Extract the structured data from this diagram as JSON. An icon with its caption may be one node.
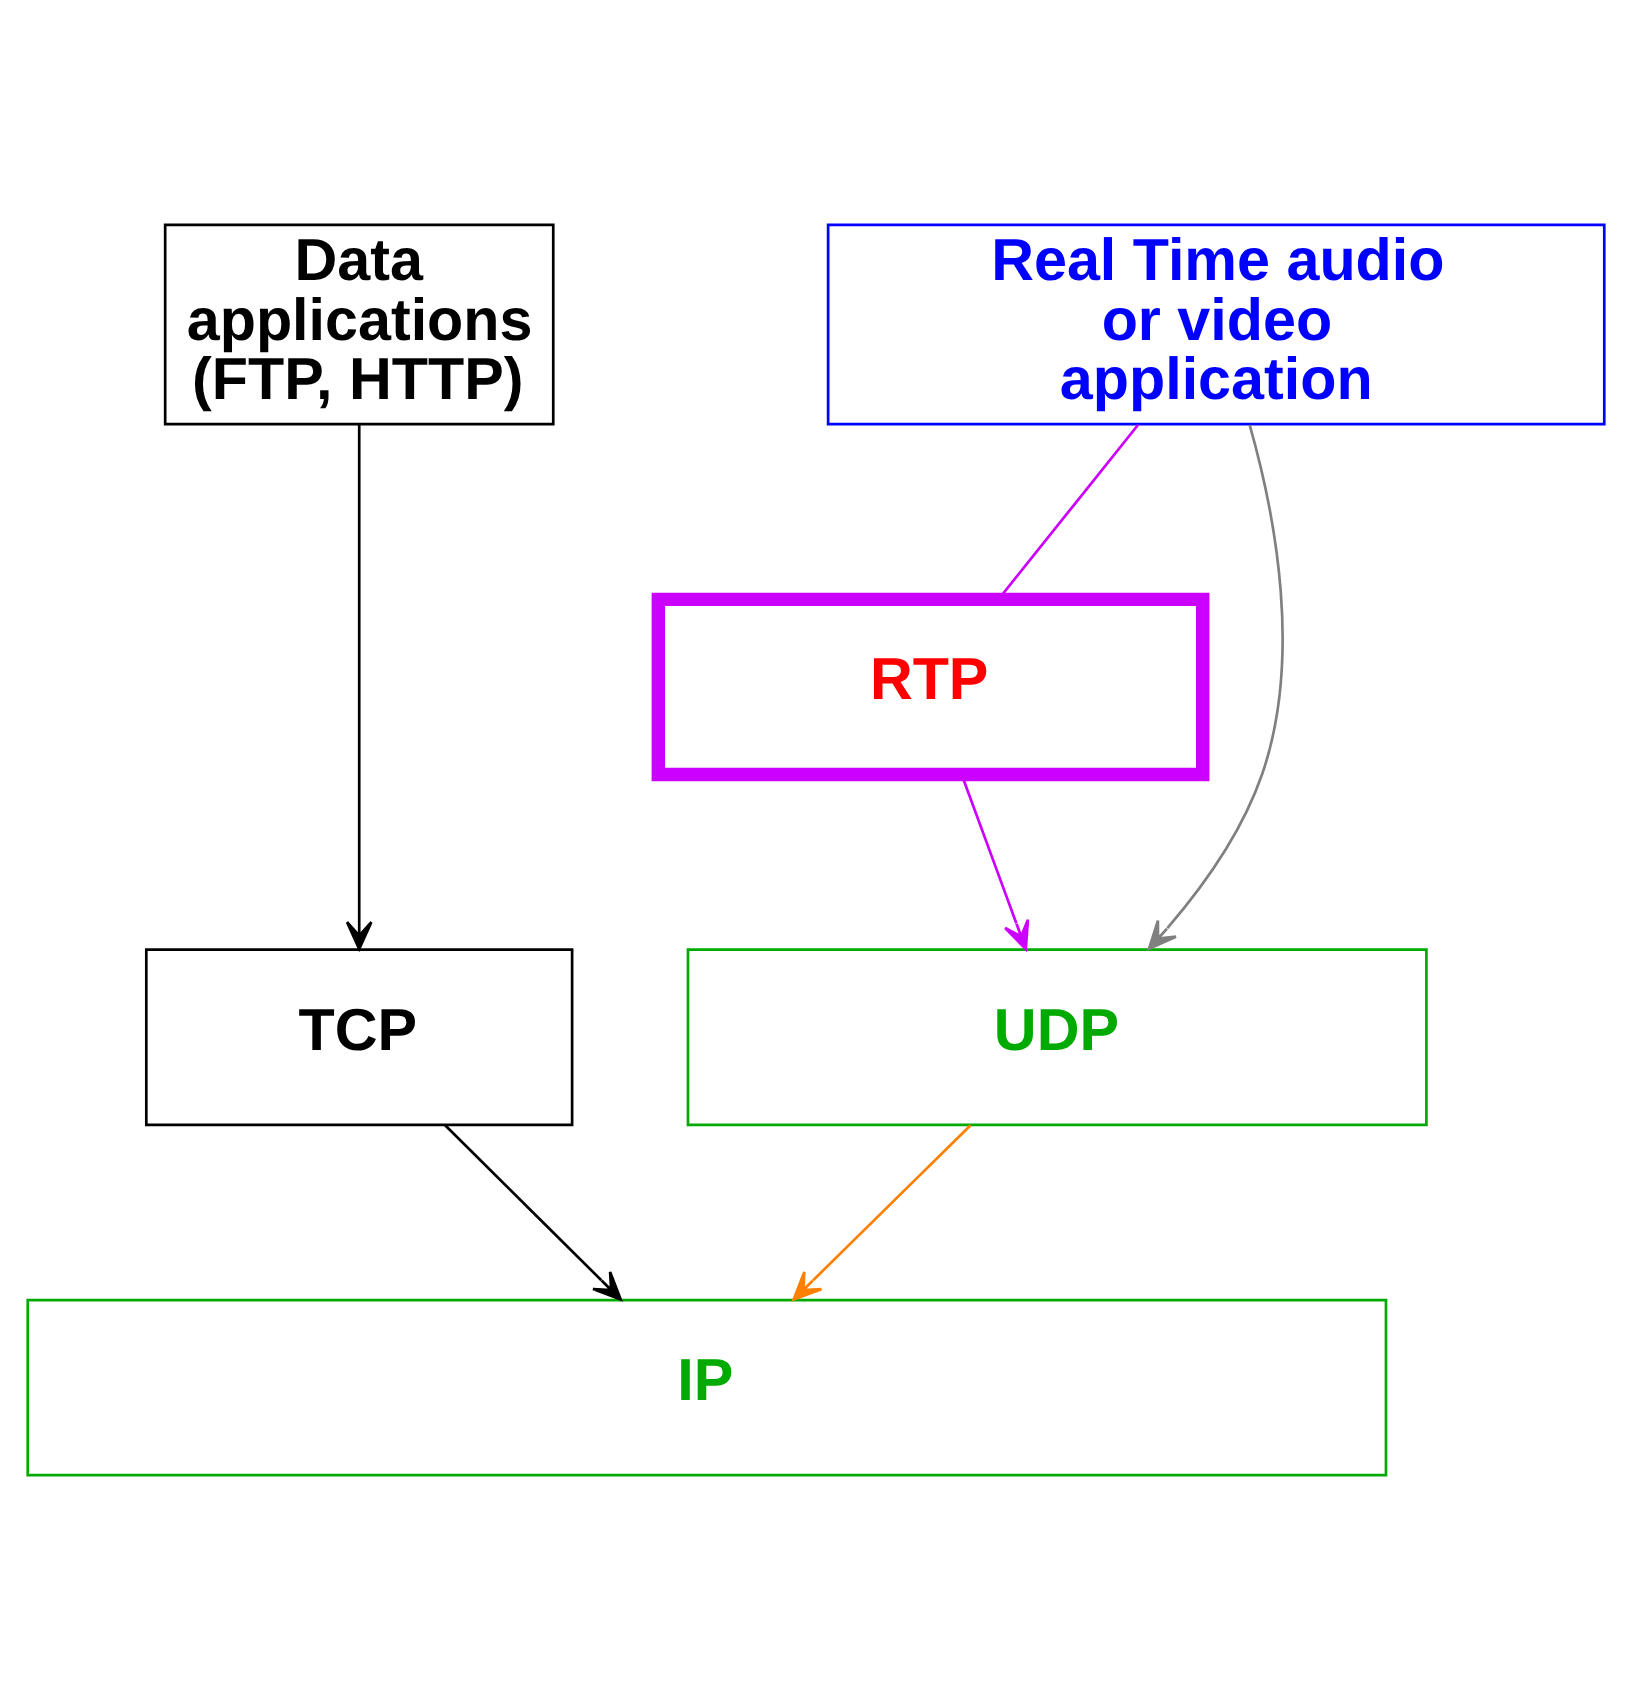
{
  "diagram": {
    "nodes": [
      {
        "text": [
          "Data applications (FTP, HTTP)"
        ]
      },
      {
        "text": [
          "Real Time audio or video application"
        ]
      },
      {
        "text": [
          "RTP"
        ]
      },
      {
        "text": [
          "TCP"
        ]
      },
      {
        "text": [
          "UDP"
        ]
      },
      {
        "text": [
          "IP"
        ]
      }
    ],
    "edges": [
      {
        "from": 0,
        "to": 3,
        "arrow": "to"
      },
      {
        "from": 1,
        "to": 4,
        "arrow": "to",
        "color": "#808080"
      },
      {
        "from": 1,
        "to": 2,
        "arrow": "none",
        "color": "#cc00ff"
      },
      {
        "from": 2,
        "to": 4,
        "arrow": "to",
        "color": "#cc00ff"
      },
      {
        "from": 3,
        "to": 5,
        "arrow": "to"
      },
      {
        "from": 4,
        "to": 5,
        "arrow": "to",
        "color": "#ff8000"
      }
    ]
  }
}
